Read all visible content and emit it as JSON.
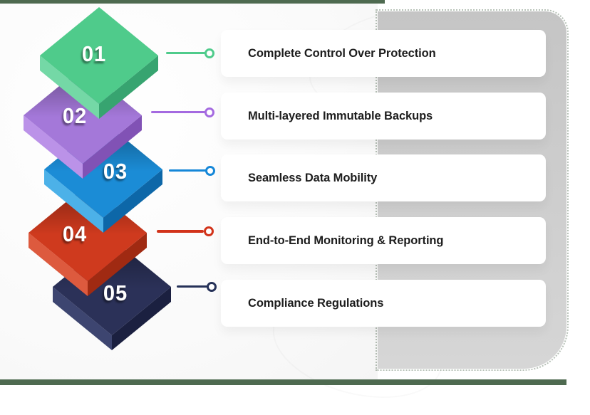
{
  "page": {
    "top_bar_color": "#4e6a50",
    "bottom_bar_color": "#4e6a50",
    "shadow_band_gradient_top": "#c5c5c5",
    "shadow_band_gradient_bottom": "#d6d6d6",
    "card_bg": "#ffffff",
    "label_text_color": "#1d1d1d"
  },
  "items": [
    {
      "number": "01",
      "label": "Complete Control Over Protection",
      "colors": {
        "top": "#4fcb8b",
        "side_light": "#74d8a6",
        "side_dark": "#37a470",
        "connector": "#4fcb8b"
      }
    },
    {
      "number": "02",
      "label": "Multi-layered Immutable Backups",
      "colors": {
        "top": "#a478d9",
        "side_light": "#bb92e8",
        "side_dark": "#8152b5",
        "connector": "#a46ae0"
      }
    },
    {
      "number": "03",
      "label": "Seamless Data Mobility",
      "colors": {
        "top": "#1b8cd6",
        "side_light": "#4cb1e8",
        "side_dark": "#0d67a8",
        "connector": "#1587d8"
      }
    },
    {
      "number": "04",
      "label": "End-to-End Monitoring & Reporting",
      "colors": {
        "top": "#cf3a1e",
        "side_light": "#dd5a3e",
        "side_dark": "#a02a12",
        "connector": "#d2331a"
      }
    },
    {
      "number": "05",
      "label": "Compliance Regulations",
      "colors": {
        "top": "#2b3158",
        "side_light": "#3d4570",
        "side_dark": "#1b2040",
        "connector": "#253158"
      }
    }
  ]
}
